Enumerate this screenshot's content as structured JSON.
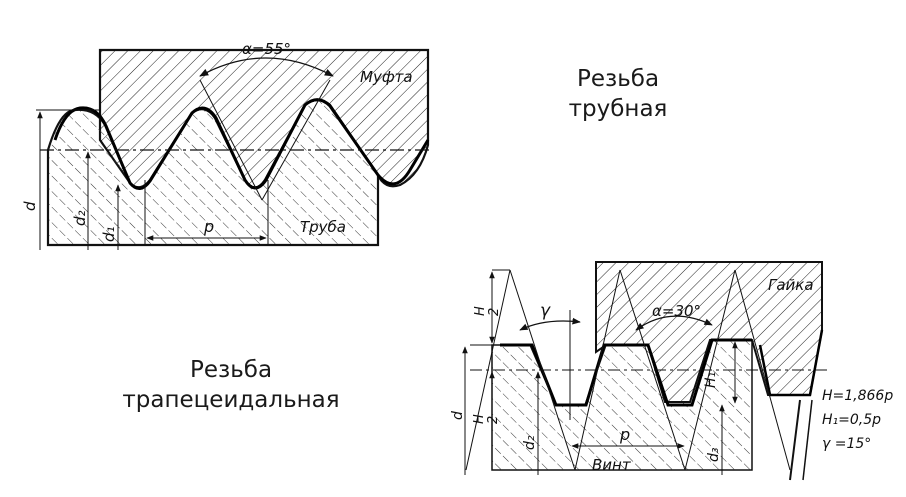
{
  "captions": {
    "pipe_line1": "Резьба",
    "pipe_line2": "трубная",
    "trap_line1": "Резьба",
    "trap_line2": "трапецеидальная"
  },
  "pipe_thread": {
    "angle_label": "α=55°",
    "coupling_label": "Муфта",
    "pipe_label": "Труба",
    "d_label": "d",
    "d2_label": "d₂",
    "d1_label": "d₁",
    "pitch_label": "p"
  },
  "trap_thread": {
    "nut_label": "Гайка",
    "angle_label": "α=30°",
    "gamma_label": "γ",
    "h_half_top": "H",
    "h_half_top_den": "2",
    "h_half_mid": "H",
    "h_half_mid_den": "2",
    "h1_label": "H₁",
    "d_label": "d",
    "d2_label": "d₂",
    "d3_label": "d₃",
    "pitch_label": "p",
    "screw_label": "Винт",
    "formula1": "H=1,866p",
    "formula2": "H₁=0,5p",
    "formula3": "γ =15°"
  }
}
